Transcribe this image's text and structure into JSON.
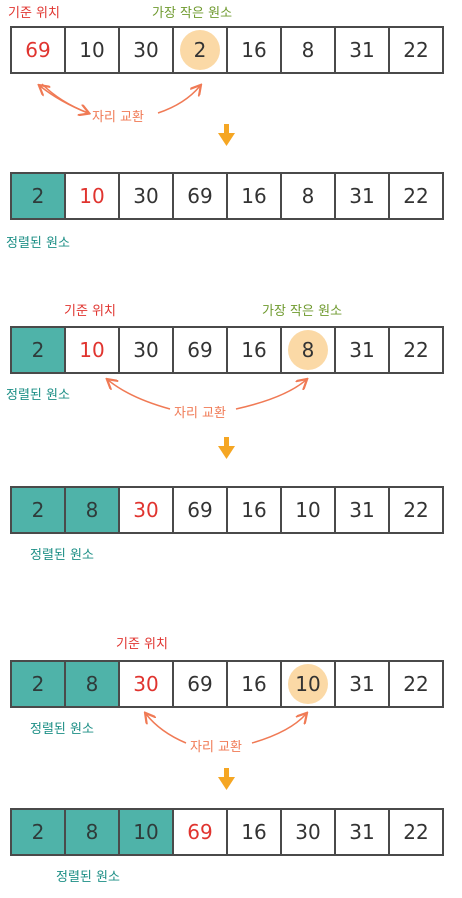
{
  "labels": {
    "pivot": "기준 위치",
    "min": "가장 작은 원소",
    "swap": "자리 교환",
    "sorted": "정렬된 원소"
  },
  "steps": [
    {
      "values": [
        "69",
        "10",
        "30",
        "2",
        "16",
        "8",
        "31",
        "22"
      ],
      "sorted_count": 0,
      "pivot": 0,
      "min": 3
    },
    {
      "values": [
        "2",
        "10",
        "30",
        "69",
        "16",
        "8",
        "31",
        "22"
      ],
      "sorted_count": 1,
      "pivot": 1,
      "min": null
    },
    {
      "values": [
        "2",
        "10",
        "30",
        "69",
        "16",
        "8",
        "31",
        "22"
      ],
      "sorted_count": 1,
      "pivot": 1,
      "min": 5
    },
    {
      "values": [
        "2",
        "8",
        "30",
        "69",
        "16",
        "10",
        "31",
        "22"
      ],
      "sorted_count": 2,
      "pivot": 2,
      "min": null
    },
    {
      "values": [
        "2",
        "8",
        "30",
        "69",
        "16",
        "10",
        "31",
        "22"
      ],
      "sorted_count": 2,
      "pivot": 2,
      "min": 5
    },
    {
      "values": [
        "2",
        "8",
        "10",
        "69",
        "16",
        "30",
        "31",
        "22"
      ],
      "sorted_count": 3,
      "pivot": 3,
      "min": null
    }
  ],
  "colors": {
    "sorted": "#4fb3a9",
    "pivot": "#e0342f",
    "min_highlight": "#fbd9a6",
    "min_label": "#6f9a2f",
    "swap": "#f07a55",
    "down_arrow": "#f5a623"
  }
}
